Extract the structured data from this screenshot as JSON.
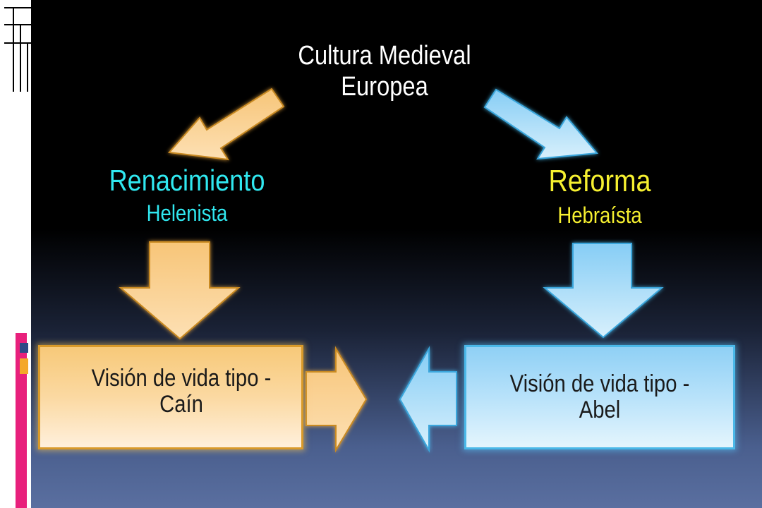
{
  "diagram": {
    "title_line1": "Cultura Medieval",
    "title_line2": "Europea",
    "left_branch": {
      "main": "Renacimiento",
      "sub": "Helenista"
    },
    "right_branch": {
      "main": "Reforma",
      "sub": "Hebraísta"
    },
    "left_box": {
      "line1": "Visión de vida tipo -",
      "line2": "Caín"
    },
    "right_box": {
      "line1": "Visión de vida tipo -",
      "line2": "Abel"
    }
  },
  "colors": {
    "title": "#ffffff",
    "left_accent": "#30e8f0",
    "right_accent": "#f6f030",
    "orange_fill": "#fbd9a2",
    "blue_fill": "#a8dcf8"
  }
}
